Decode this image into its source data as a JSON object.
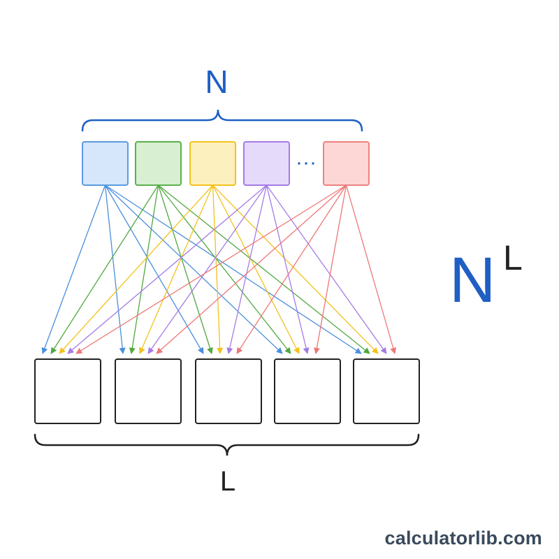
{
  "labels": {
    "top_brace": "N",
    "bottom_brace": "L",
    "formula_base": "N",
    "formula_exponent": "L",
    "ellipsis": "···",
    "watermark": "calculatorlib.com"
  },
  "colors": {
    "n_text": "#1f5fc4",
    "l_text": "#222222",
    "brand_text": "#3a4a5c"
  },
  "source_boxes": [
    {
      "name": "blue",
      "fill": "#d6e6fb",
      "stroke": "#5b9be0",
      "arrow": "#4a8fdc"
    },
    {
      "name": "green",
      "fill": "#d9efd2",
      "stroke": "#5bb04b",
      "arrow": "#4fa83f"
    },
    {
      "name": "yellow",
      "fill": "#fdf0bf",
      "stroke": "#f2c21c",
      "arrow": "#f2c21c"
    },
    {
      "name": "purple",
      "fill": "#e6dafa",
      "stroke": "#a57be6",
      "arrow": "#a57be6"
    },
    {
      "name": "red",
      "fill": "#fdd6d6",
      "stroke": "#ef8080",
      "arrow": "#ee7777"
    }
  ],
  "target_count": 5
}
